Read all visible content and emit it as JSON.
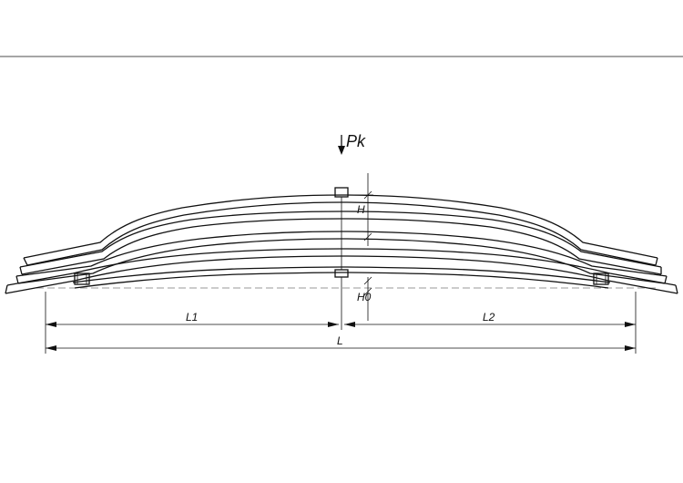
{
  "drawing": {
    "load_label": "Pk",
    "height_label": "H",
    "height_zero_label": "H0",
    "left_span_label": "L1",
    "right_span_label": "L2",
    "total_span_label": "L"
  },
  "colors": {
    "line": "#111111",
    "centerline": "#777777",
    "background": "#ffffff"
  }
}
